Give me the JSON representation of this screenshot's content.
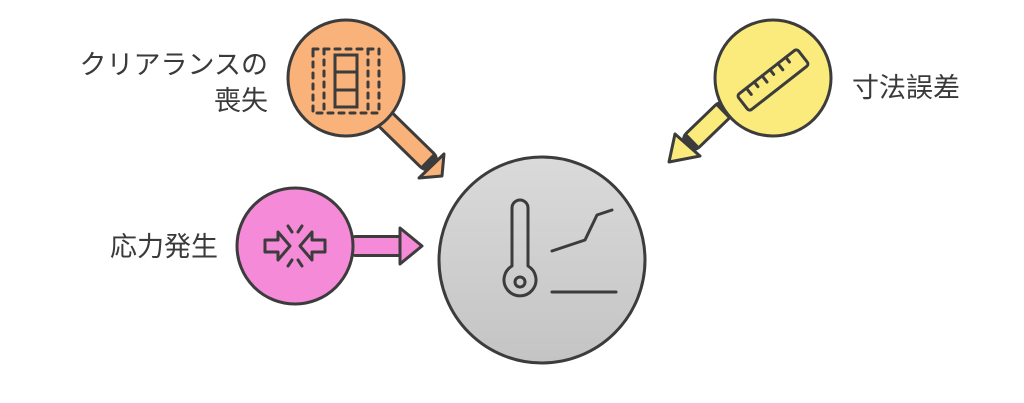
{
  "nodes": {
    "clearance_loss": {
      "label_line1": "クリアランスの",
      "label_line2": "喪失",
      "color": "#F9B27A",
      "icon": "layout-grid-icon"
    },
    "dimensional_error": {
      "label": "寸法誤差",
      "color": "#FBEB7C",
      "icon": "ruler-icon"
    },
    "stress": {
      "label": "応力発生",
      "color": "#F58AD8",
      "icon": "compression-arrows-icon"
    },
    "center": {
      "color": "#CFCFCF",
      "icon": "thermometer-expansion-icon"
    }
  },
  "colors": {
    "stroke": "#3C3C3C",
    "text": "#3A3A3A"
  }
}
